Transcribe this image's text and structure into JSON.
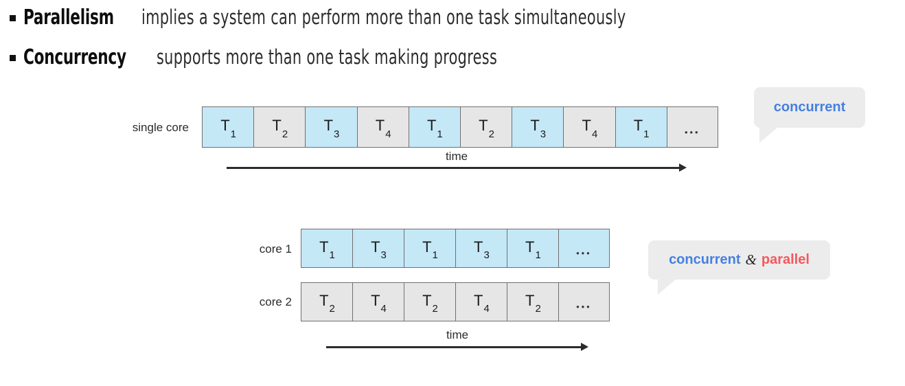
{
  "slide": {
    "bullets": [
      {
        "marker": "square-bullet",
        "strong": "Parallelism",
        "rest": " implies a system can perform more than one task simultaneously"
      },
      {
        "marker": "square-bullet",
        "strong": "Concurrency",
        "rest": " supports more than one task making progress"
      }
    ]
  },
  "colors": {
    "task_blue": "#c5e8f7",
    "task_gray": "#e6e6e6",
    "cell_border": "#6f6f6f",
    "callout_bg": "#ececec",
    "concurrent_text": "#4680e0",
    "parallel_text": "#f2595e",
    "axis": "#2b2b2b"
  },
  "single_core_diagram": {
    "lane_label": "single core",
    "cells": [
      {
        "task": "T",
        "index": "1",
        "fill": "blue"
      },
      {
        "task": "T",
        "index": "2",
        "fill": "gray"
      },
      {
        "task": "T",
        "index": "3",
        "fill": "blue"
      },
      {
        "task": "T",
        "index": "4",
        "fill": "gray"
      },
      {
        "task": "T",
        "index": "1",
        "fill": "blue"
      },
      {
        "task": "T",
        "index": "2",
        "fill": "gray"
      },
      {
        "task": "T",
        "index": "3",
        "fill": "blue"
      },
      {
        "task": "T",
        "index": "4",
        "fill": "gray"
      },
      {
        "task": "T",
        "index": "1",
        "fill": "blue"
      },
      {
        "task": "...",
        "index": "",
        "fill": "gray"
      }
    ],
    "time_label": "time",
    "callout": {
      "text": "concurrent"
    }
  },
  "multi_core_diagram": {
    "lanes": [
      {
        "lane_label": "core 1",
        "cells": [
          {
            "task": "T",
            "index": "1",
            "fill": "blue"
          },
          {
            "task": "T",
            "index": "3",
            "fill": "blue"
          },
          {
            "task": "T",
            "index": "1",
            "fill": "blue"
          },
          {
            "task": "T",
            "index": "3",
            "fill": "blue"
          },
          {
            "task": "T",
            "index": "1",
            "fill": "blue"
          },
          {
            "task": "...",
            "index": "",
            "fill": "blue"
          }
        ]
      },
      {
        "lane_label": "core 2",
        "cells": [
          {
            "task": "T",
            "index": "2",
            "fill": "gray"
          },
          {
            "task": "T",
            "index": "4",
            "fill": "gray"
          },
          {
            "task": "T",
            "index": "2",
            "fill": "gray"
          },
          {
            "task": "T",
            "index": "4",
            "fill": "gray"
          },
          {
            "task": "T",
            "index": "2",
            "fill": "gray"
          },
          {
            "task": "...",
            "index": "",
            "fill": "gray"
          }
        ]
      }
    ],
    "time_label": "time",
    "callout": {
      "left_text": "concurrent",
      "amp": "&",
      "right_text": "parallel"
    }
  }
}
